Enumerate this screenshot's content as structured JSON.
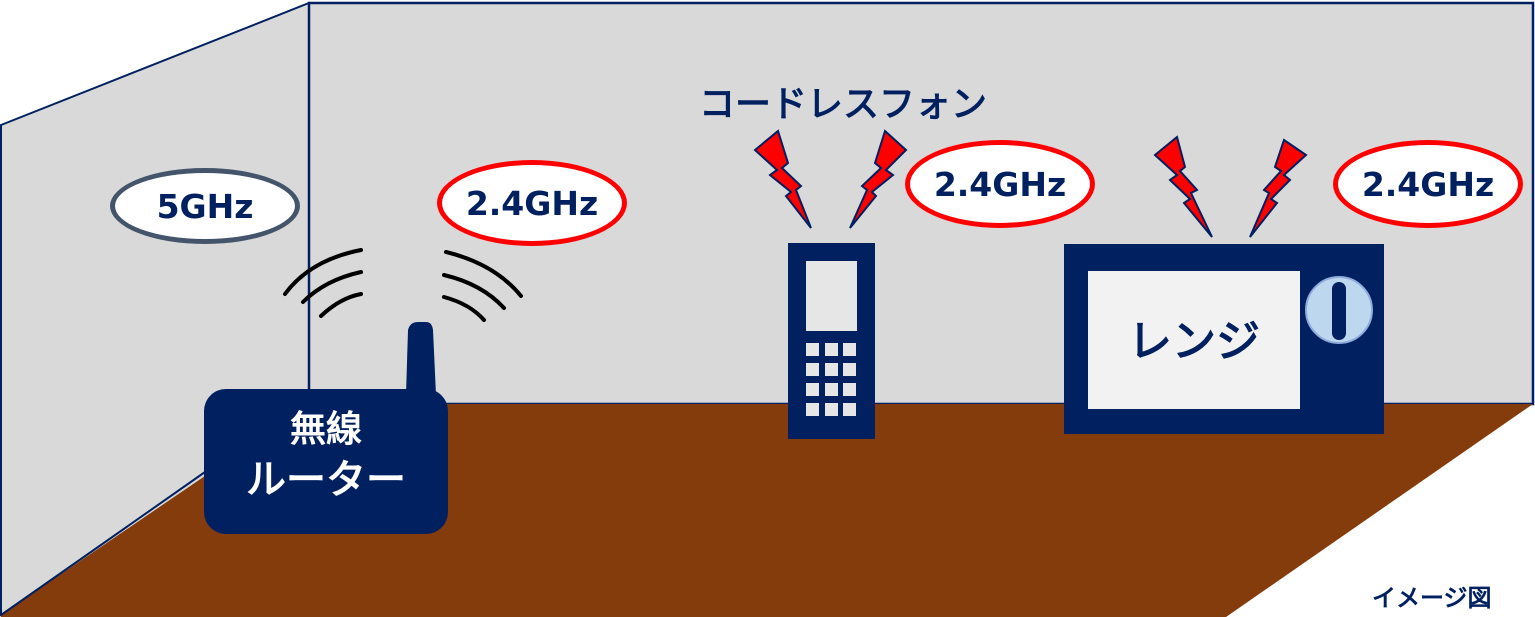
{
  "diagram": {
    "type": "room-interference-illustration",
    "colors": {
      "wall": "#d9d9d9",
      "wall_outline": "#002060",
      "floor": "#843c0c",
      "device": "#002060",
      "label_text": "#002060",
      "oval_5ghz_border": "#44546a",
      "oval_24ghz_border": "#ff0000",
      "lightning_fill": "#ff0000",
      "knob_fill": "#bdd7ee"
    },
    "frequency_labels": {
      "wall_5ghz": "5GHz",
      "router_24ghz": "2.4GHz",
      "phone_24ghz": "2.4GHz",
      "microwave_24ghz": "2.4GHz"
    },
    "router": {
      "label_line1": "無線",
      "label_line2": "ルーター"
    },
    "cordless_phone": {
      "label": "コードレスフォン"
    },
    "microwave": {
      "label": "レンジ"
    },
    "caption": "イメージ図"
  }
}
